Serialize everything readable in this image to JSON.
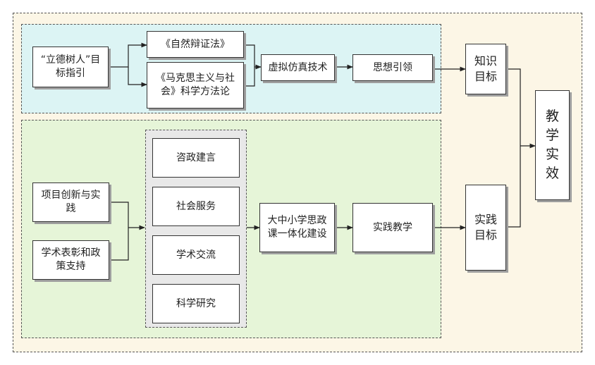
{
  "colors": {
    "outer_bg": "#fcf6e6",
    "top_panel_bg": "#dcf4f4",
    "bottom_panel_bg": "#e6f5d8",
    "activity_group_bg": "#e8e8e8",
    "border": "#333333"
  },
  "top": {
    "goal": "“立德树人”目标指引",
    "theory1": "《自然辩证法》",
    "theory2": "《马克思主义与社会》科学方法论",
    "tech": "虚拟仿真技术",
    "guide": "思想引领"
  },
  "bottom": {
    "input1": "项目创新与实践",
    "input2": "学术表彰和政策支持",
    "activities": [
      "咨政建言",
      "社会服务",
      "学术交流",
      "科学研究"
    ],
    "integration": "大中小学思政课一体化建设",
    "practice": "实践教学"
  },
  "right": {
    "knowledge_goal": "知识目标",
    "practice_goal": "实践目标",
    "effect": "教学实效"
  }
}
